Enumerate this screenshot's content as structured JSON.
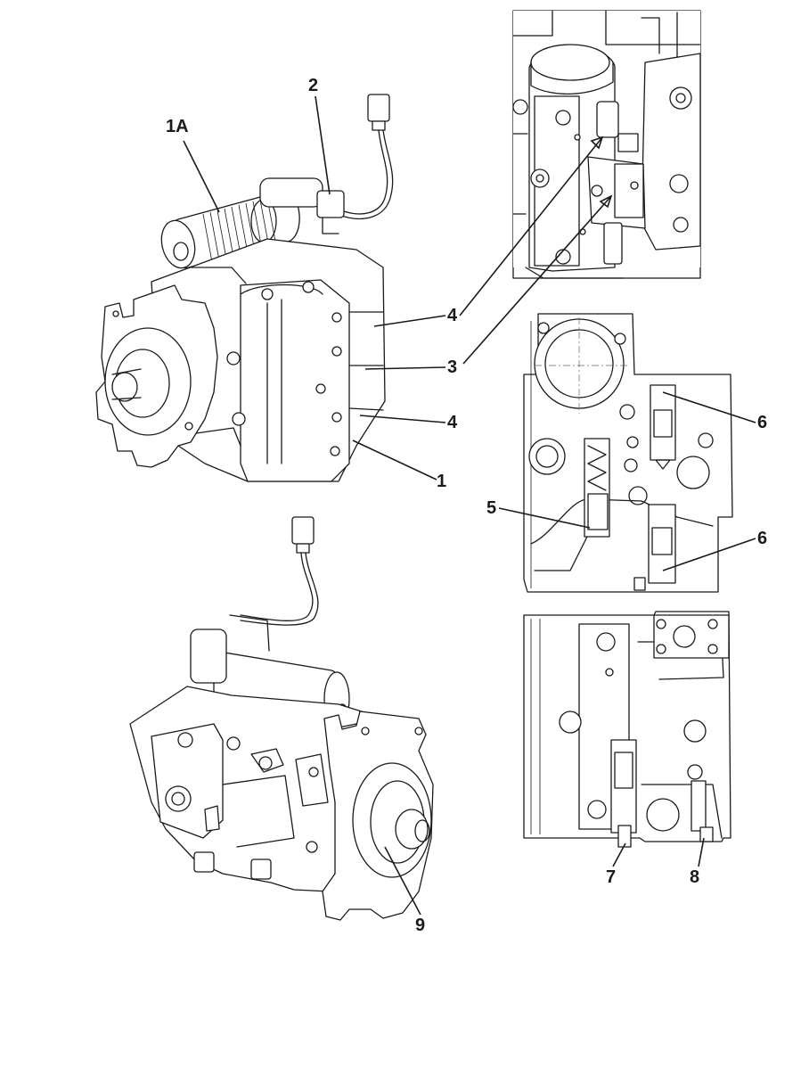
{
  "callouts": {
    "c_1A": "1A",
    "c_2": "2",
    "c_4_top": "4",
    "c_3": "3",
    "c_4_bottom": "4",
    "c_1": "1",
    "c_6_top": "6",
    "c_5": "5",
    "c_6_bottom": "6",
    "c_7": "7",
    "c_8": "8",
    "c_9": "9"
  }
}
